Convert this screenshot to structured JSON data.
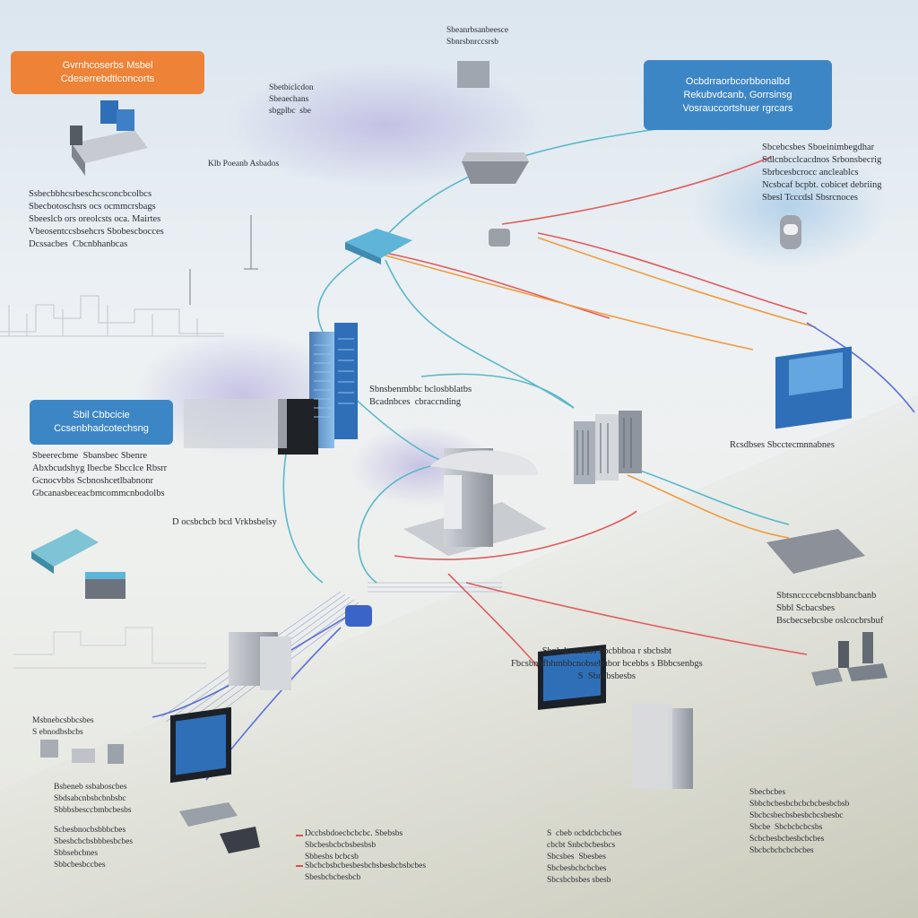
{
  "callouts": {
    "top_left": {
      "line1": "Gvrnhcoserbs Msbel",
      "line2": "Cdeserrebdtlconcorts",
      "color": "#ee8236"
    },
    "top_right": {
      "line1": "Ocbdrraorbcorbbonalbd",
      "line2": "Rekubvdcanb, Gorrsinsg",
      "line3": "Vosrauccortshuer rgrcars",
      "color": "#3d86c6"
    },
    "mid_left": {
      "line1": "Sbil Cbbcicie",
      "line2": "Ccsenbhadcotechsng",
      "color": "#3d86c6"
    }
  },
  "labels": {
    "top_center": [
      "Sbeanrbsanbeesce",
      "Sbnrsbnrccsrsb"
    ],
    "top_center_left": [
      "Sbetbiclcdon",
      "Sbeaechans",
      "sbgplbc  sbe"
    ],
    "cloud_left": "Klb Poeanb Asbados",
    "left_block_1": [
      "Ssbecbbhcsrbeschcsconcbcolbcs",
      "Sbecbotoschsrs ocs ocmmcrsbags",
      "Sbeeslcb ors oreolcsts oca. Mairtes",
      "Vbeosentccsbsehcrs Sbobescbocces",
      "Dcssacbes  Cbcnbhanbcas"
    ],
    "right_block_1": [
      "Sbcebcsbes Sboeinimbegdhar",
      "Sdlcnbcclcacdnos Srbonsbecrig",
      "Sbrbcesbcrocc ancleablcs",
      "Ncsbcaf bcpbt. cobicet debriing",
      "Sbesl Tcccdsl Sbsrcnoces"
    ],
    "server_mid": [
      "Sbnsbenmbbc bclosbblatbs",
      "Bcadnbces  cbraccnding"
    ],
    "cluster_right": "Rcsdbses Sbcctecmnnabnes",
    "left_block_2": [
      "Sbeerecbme  Sbansbec Sbenre",
      "Abxbcudshyg Ibecbe Sbcclce Rbsrr",
      "Gcnocvbbs Scbnoshcetlbabnonr",
      "Gbcanasbeceacbmcommcnbodolbs"
    ],
    "router_left": "D ocsbcbcb bcd Vrkbsbelsy",
    "right_block_2": [
      "Sbtsnccccebcnsbbancbanb",
      "Sbbl Scbacsbes",
      "Bscbecsebcsbe oslcocbrsbuf"
    ],
    "center_bottom": [
      "Sbnbdcosbdbs hbcbbboa r sbcbsbt",
      "Fbcsbnbfbhmbbcnobsebubor bcebbs s Bbbcsenbgs",
      "S  Sbnsbsbesbs"
    ],
    "left_block_3": [
      "Msbnebcsbbcsbes",
      "S ebnodbsbcbs"
    ],
    "left_block_4": [
      "Bsbeneb ssbaboscbes",
      "Sbdsabcnbsbcbnbsbc",
      "Sbbbsbesccbmbcbesbs"
    ],
    "left_block_5": [
      "Scbesbnocbsbbbcbes",
      "Sbesbcbcbsbbbesbcbes",
      "Sbbsebcbnes",
      "Sbbcbesbccbes"
    ],
    "bottom_mid_1": [
      "Dccbsbdoecbcbcbc. Sbebsbs",
      "Sbcbesbcbcbsbesbsb",
      "Sbbesbs bcbcsb"
    ],
    "bottom_mid_2": [
      "Sbcbcbsbcbesbesbcbsbesbcbsbcbes",
      "Sbesbcbcbesbcb"
    ],
    "bottom_right_a": [
      "S  cbeb ocbdcbcbcbes",
      "cbcbt Snbcbcbesbcs",
      "Sbcsbes  Sbesbes",
      "Sbcbesbcbcbcbes",
      "Sbcsbcbsbes sbesb"
    ],
    "bottom_right_b": [
      "Sbecbcbes",
      "Sbbcbcbesbcbcbcbcbesbcbsb",
      "Sbcbcsbecbsbesbcbcsbesbc",
      "Sbcbe  Sbcbcbcbcsbs",
      "Scbcbesbcbesbcbcbes",
      "Sbcbcbcbcbcbcbes"
    ]
  },
  "colors": {
    "cable_teal": "#59b8c9",
    "cable_orange": "#f39a3c",
    "cable_red": "#e25a5a",
    "cable_blue": "#5a6fd6",
    "screen_blue": "#2f6fb7"
  }
}
